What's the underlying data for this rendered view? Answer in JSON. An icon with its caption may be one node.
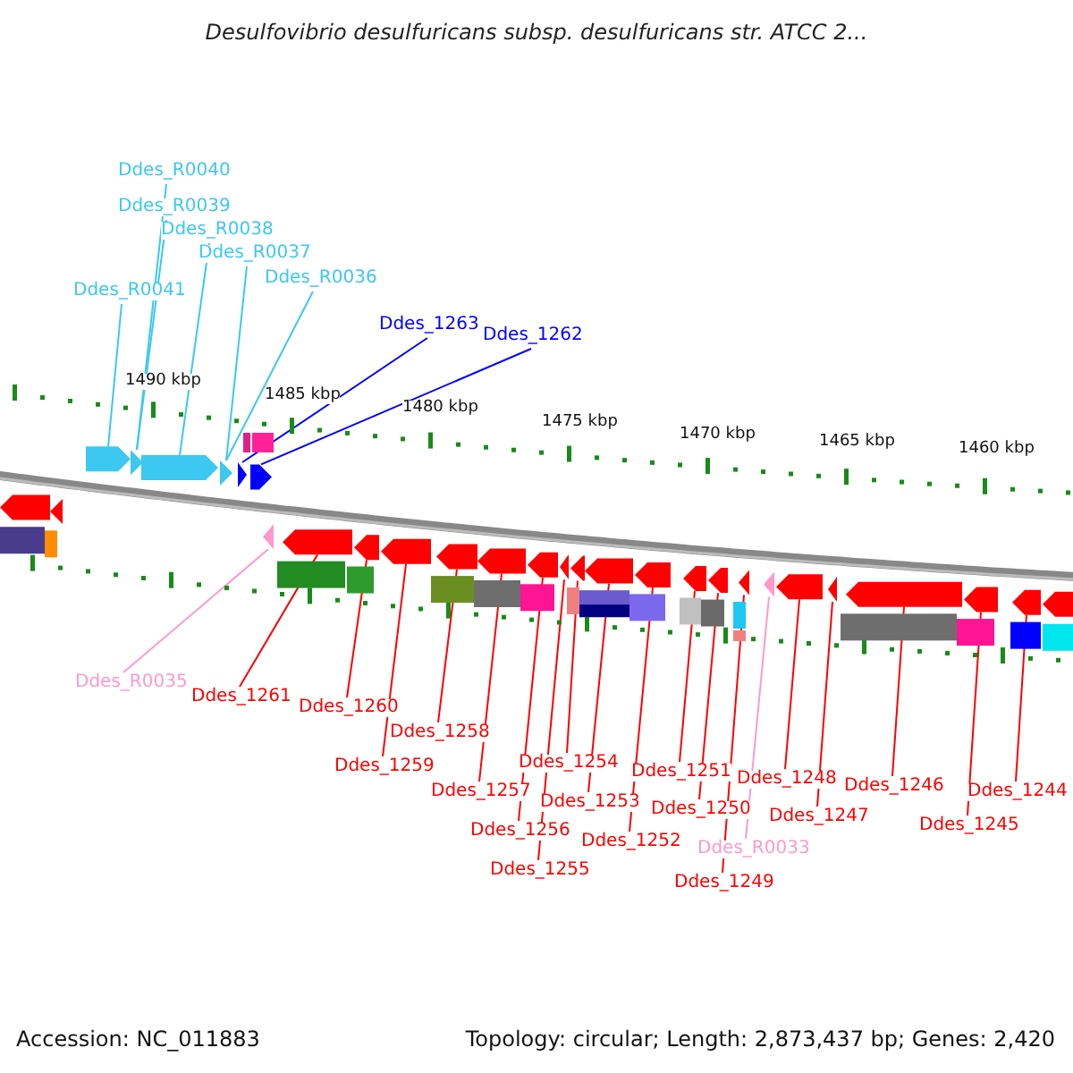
{
  "diagram": {
    "title": "Desulfovibrio desulfuricans subsp. desulfuricans str. ATCC 2...",
    "nodes": [
      {
        "text": [
          "Ddes_R0040"
        ]
      },
      {
        "text": [
          "Ddes_R0039"
        ]
      },
      {
        "text": [
          "Ddes_R0038"
        ]
      },
      {
        "text": [
          "Ddes_R0037"
        ]
      },
      {
        "text": [
          "Ddes_R0041"
        ]
      },
      {
        "text": [
          "Ddes_R0036"
        ]
      },
      {
        "text": [
          "Ddes_1263"
        ]
      },
      {
        "text": [
          "Ddes_1262"
        ]
      },
      {
        "text": [],
        "shape": "arrow"
      },
      {
        "text": [],
        "shape": "arrow"
      },
      {
        "text": [],
        "shape": "arrow"
      },
      {
        "text": [],
        "shape": "arrow"
      },
      {
        "text": [],
        "shape": "arrow"
      },
      {
        "text": [],
        "shape": "arrow"
      },
      {
        "text": [],
        "shape": "arrow"
      },
      {
        "text": [],
        "shape": "arrow"
      },
      {
        "text": [],
        "shape": "arrow"
      },
      {
        "text": [],
        "shape": "arrow"
      },
      {
        "text": [],
        "shape": "arrow"
      },
      {
        "text": [],
        "shape": "arrow"
      },
      {
        "text": [],
        "shape": "arrow"
      },
      {
        "text": [],
        "shape": "arrow"
      },
      {
        "text": [],
        "shape": "arrow"
      },
      {
        "text": [],
        "shape": "arrow"
      },
      {
        "text": [],
        "shape": "arrow"
      },
      {
        "text": [],
        "shape": "arrow"
      },
      {
        "text": [],
        "shape": "arrow"
      },
      {
        "text": [],
        "shape": "arrow"
      },
      {
        "text": [],
        "shape": "arrow"
      },
      {
        "text": [],
        "shape": "arrow"
      },
      {
        "text": [],
        "shape": "arrow"
      },
      {
        "text": [],
        "shape": "arrow"
      },
      {
        "text": [],
        "shape": "arrow"
      },
      {
        "text": [],
        "shape": "arrow"
      },
      {
        "text": [
          "Ddes_R0035"
        ]
      },
      {
        "text": [
          "Ddes_1261"
        ]
      },
      {
        "text": [
          "Ddes_1260"
        ]
      },
      {
        "text": [
          "Ddes_1258"
        ]
      },
      {
        "text": [
          "Ddes_1259"
        ]
      },
      {
        "text": [
          "Ddes_1257"
        ]
      },
      {
        "text": [
          "Ddes_1254"
        ]
      },
      {
        "text": [
          "Ddes_1256"
        ]
      },
      {
        "text": [
          "Ddes_1253"
        ]
      },
      {
        "text": [
          "Ddes_1255"
        ]
      },
      {
        "text": [
          "Ddes_1252"
        ]
      },
      {
        "text": [
          "Ddes_1251"
        ]
      },
      {
        "text": [
          "Ddes_1250"
        ]
      },
      {
        "text": [
          "Ddes_1248"
        ]
      },
      {
        "text": [
          "Ddes_1246"
        ]
      },
      {
        "text": [
          "Ddes_1244"
        ]
      },
      {
        "text": [
          "Ddes_1247"
        ]
      },
      {
        "text": [
          "Ddes_1245"
        ]
      },
      {
        "text": [
          "Ddes_R0033"
        ]
      },
      {
        "text": [
          "Ddes_1249"
        ]
      },
      {
        "text": [],
        "shape": "arrow"
      },
      {
        "text": [],
        "shape": "arrow"
      },
      {
        "text": [],
        "shape": "arrow"
      }
    ],
    "edges": [
      {
        "from": 4,
        "to": 8,
        "arrow": "none",
        "color": "#3cc8f0"
      },
      {
        "from": 0,
        "to": 9,
        "arrow": "none",
        "color": "#3cc8f0"
      },
      {
        "from": 1,
        "to": 9,
        "arrow": "none",
        "color": "#3cc8f0"
      },
      {
        "from": 2,
        "to": 10,
        "arrow": "none",
        "color": "#3cc8f0"
      },
      {
        "from": 3,
        "to": 11,
        "arrow": "none",
        "color": "#3cc8f0"
      },
      {
        "from": 5,
        "to": 11,
        "arrow": "none",
        "color": "#3cc8f0"
      },
      {
        "from": 6,
        "to": 12,
        "arrow": "none",
        "color": "#0000ff"
      },
      {
        "from": 7,
        "to": 13,
        "arrow": "none",
        "color": "#0000ff"
      },
      {
        "from": 34,
        "to": 14,
        "arrow": "none",
        "color": "#ff99cc"
      },
      {
        "from": 35,
        "to": 15,
        "arrow": "none"
      },
      {
        "from": 36,
        "to": 16,
        "arrow": "none"
      },
      {
        "from": 38,
        "to": 17,
        "arrow": "none"
      },
      {
        "from": 37,
        "to": 18,
        "arrow": "none"
      },
      {
        "from": 39,
        "to": 19,
        "arrow": "none"
      },
      {
        "from": 41,
        "to": 20,
        "arrow": "none"
      },
      {
        "from": 43,
        "to": 21,
        "arrow": "none"
      },
      {
        "from": 40,
        "to": 22,
        "arrow": "none"
      },
      {
        "from": 42,
        "to": 23,
        "arrow": "none"
      },
      {
        "from": 44,
        "to": 24,
        "arrow": "none"
      },
      {
        "from": 45,
        "to": 25,
        "arrow": "none"
      },
      {
        "from": 46,
        "to": 26,
        "arrow": "none"
      },
      {
        "from": 53,
        "to": 27,
        "arrow": "none"
      },
      {
        "from": 52,
        "to": 28,
        "arrow": "none",
        "color": "#ff99cc"
      },
      {
        "from": 47,
        "to": 29,
        "arrow": "none"
      },
      {
        "from": 50,
        "to": 30,
        "arrow": "none"
      },
      {
        "from": 48,
        "to": 31,
        "arrow": "none"
      },
      {
        "from": 51,
        "to": 32,
        "arrow": "none"
      },
      {
        "from": 49,
        "to": 33,
        "arrow": "none"
      }
    ],
    "labels": [
      "1490 kbp",
      "1485 kbp",
      "1480 kbp",
      "1475 kbp",
      "1470 kbp",
      "1465 kbp",
      "1460 kbp",
      "Accession: NC_011883",
      "Topology: circular; Length: 2,873,437 bp; Genes: 2,420"
    ]
  }
}
